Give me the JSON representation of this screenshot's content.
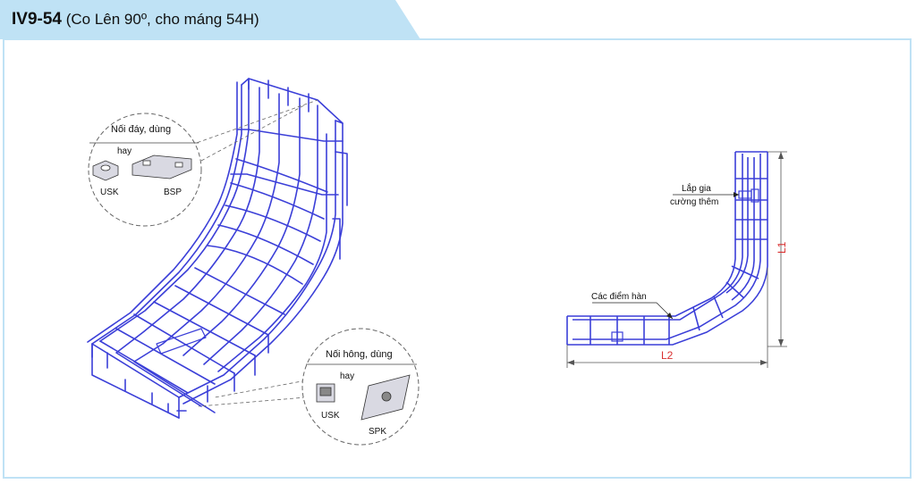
{
  "header": {
    "code": "IV9-54",
    "subtitle": "(Co Lên 90º, cho máng 54H)"
  },
  "colors": {
    "accent": "#bfe2f5",
    "wire": "#3b3fd8",
    "dimension": "#d93030"
  },
  "callouts": {
    "bottom_joint": {
      "title": "Nối đáy, dùng",
      "or": "hay",
      "part1": "USK",
      "part2": "BSP"
    },
    "side_joint": {
      "title": "Nối hông, dùng",
      "or": "hay",
      "part1": "USK",
      "part2": "SPK"
    }
  },
  "side_view": {
    "reinforcement_line1": "Lắp gia",
    "reinforcement_line2": "cường thêm",
    "weld_points": "Các điểm hàn",
    "dim_vertical": "L1",
    "dim_horizontal": "L2"
  }
}
